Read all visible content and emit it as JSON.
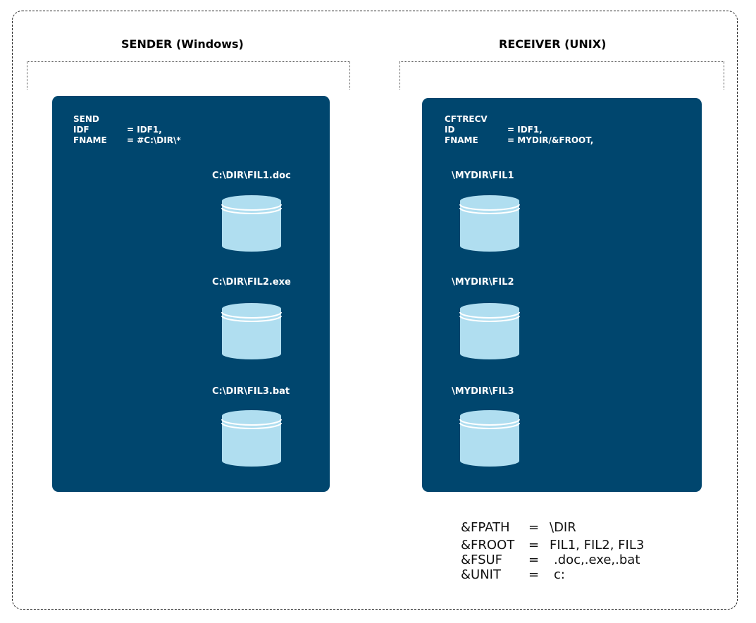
{
  "sender": {
    "title": "SENDER (Windows)",
    "code": {
      "line1": "SEND",
      "line2_key": "IDF",
      "line2_val": "= IDF1,",
      "line3_key": "FNAME",
      "line3_val": "= #C:\\DIR\\*"
    },
    "files": [
      "C:\\DIR\\FIL1.doc",
      "C:\\DIR\\FIL2.exe",
      "C:\\DIR\\FIL3.bat"
    ]
  },
  "receiver": {
    "title": "RECEIVER (UNIX)",
    "code": {
      "line1": "CFTRECV",
      "line2_key": "ID",
      "line2_val": "= IDF1,",
      "line3_key": "FNAME",
      "line3_val": "= MYDIR/&FROOT,"
    },
    "files": [
      "\\MYDIR\\FIL1",
      "\\MYDIR\\FIL2",
      "\\MYDIR\\FIL3"
    ]
  },
  "variables": [
    {
      "name": "&FPATH",
      "eq": "=",
      "value": "\\DIR"
    },
    {
      "name": "&FROOT",
      "eq": "=",
      "value": "FIL1, FIL2, FIL3"
    },
    {
      "name": "&FSUF",
      "eq": "=",
      "value": ".doc,.exe,.bat"
    },
    {
      "name": "&UNIT",
      "eq": "=",
      "value": "c:"
    }
  ],
  "colors": {
    "panel": "#00466e",
    "cylinder_fill": "#b0def0",
    "cylinder_stripe": "#ffffff"
  }
}
